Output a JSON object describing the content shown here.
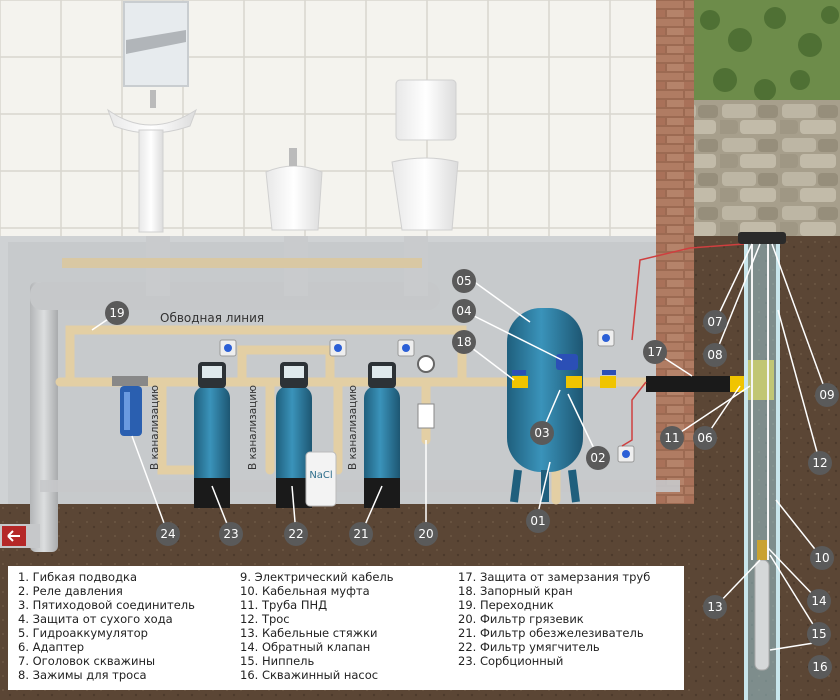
{
  "labels": {
    "bypass": "Обводная линия",
    "drain": "В канализацию",
    "salt": "NaCl"
  },
  "callouts": [
    "01",
    "02",
    "03",
    "04",
    "05",
    "06",
    "07",
    "08",
    "09",
    "10",
    "11",
    "12",
    "13",
    "14",
    "15",
    "16",
    "17",
    "18",
    "19",
    "20",
    "21",
    "22",
    "23",
    "24"
  ],
  "legend": {
    "col1": [
      "1. Гибкая подводка",
      "2. Реле давления",
      "3. Пятиходовой соединитель",
      "4. Защита от сухого хода",
      "5. Гидроаккумулятор",
      "6. Адаптер",
      "7. Оголовок скважины",
      "8. Зажимы для троса"
    ],
    "col2": [
      "9. Электрический кабель",
      "10. Кабельная муфта",
      "11. Труба ПНД",
      "12. Трос",
      "13. Кабельные стяжки",
      "14. Обратный клапан",
      "15. Ниппель",
      "16. Скважинный насос"
    ],
    "col3": [
      "17. Защита от замерзания труб",
      "18. Запорный кран",
      "19. Переходник",
      "20. Фильтр грязевик",
      "21. Фильтр обезжелезиватель",
      "22. Фильтр умягчитель",
      "23. Сорбционный"
    ]
  },
  "colors": {
    "tank": "#2f7da0",
    "pipe": "#e6d2a8",
    "sewer": "#c9cbcd",
    "soil": "#5a4636",
    "brick": "#a8735a",
    "callout": "#5a5a5a",
    "valve": "#f0c400"
  }
}
